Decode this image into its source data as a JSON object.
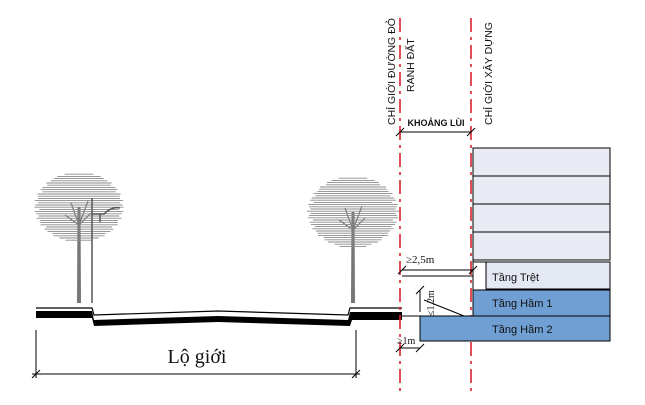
{
  "labels": {
    "red_line": "CHỈ GIỚI ĐƯỜNG ĐỎ",
    "lot_line": "RANH ĐẤT",
    "build_line": "CHỈ GIỚI XÂY DỰNG",
    "setback": "KHOẢNG LÙI",
    "road_width": "Lộ giới",
    "dim_25m": "≥2,5m",
    "dim_12m": "≤1,2m",
    "dim_1m": "≥1m"
  },
  "floors": {
    "ground": "Tầng Trệt",
    "basement1": "Tầng Hầm 1",
    "basement2": "Tầng Hầm 2"
  },
  "colors": {
    "red_dash": "#d9232e",
    "basement_fill": "#6f9fd3",
    "ground_fill": "#e4e8f2",
    "upper_fill": "#e8ebf3",
    "road_fill": "#000000",
    "tree": "#8a8a8a"
  },
  "icons": {
    "tree": "tree-icon",
    "street_lamp": "street-lamp-icon"
  }
}
